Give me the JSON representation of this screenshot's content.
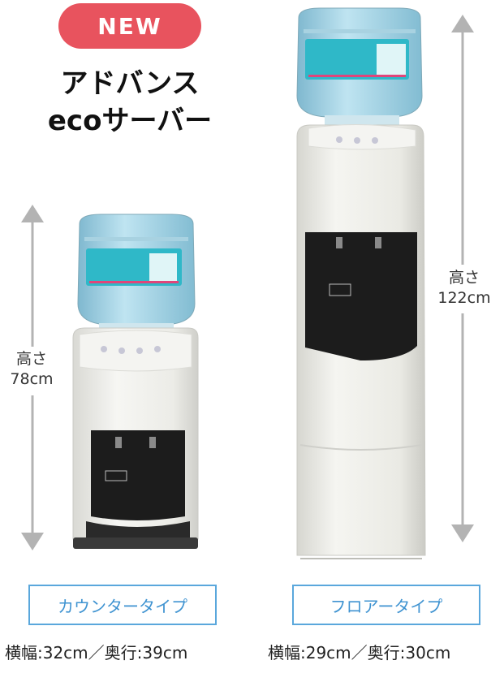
{
  "badge": "NEW",
  "title_line1": "アドバンス",
  "title_line2": "ecoサーバー",
  "counter": {
    "height_label": "高さ",
    "height_value": "78cm",
    "type": "カウンタータイプ",
    "dimensions": "横幅:32cm／奥行:39cm"
  },
  "floor": {
    "height_label": "高さ",
    "height_value": "122cm",
    "type": "フロアータイプ",
    "dimensions": "横幅:29cm／奥行:30cm"
  },
  "colors": {
    "badge": "#e8535e",
    "type_border": "#5aa7dc",
    "type_text": "#3f93d1",
    "arrow": "#b3b3b3",
    "bottle": "#9fd2e6",
    "bottle_label": "#2fb8c8",
    "server_body": "#eeeeea",
    "server_panel": "#1c1c1c"
  }
}
